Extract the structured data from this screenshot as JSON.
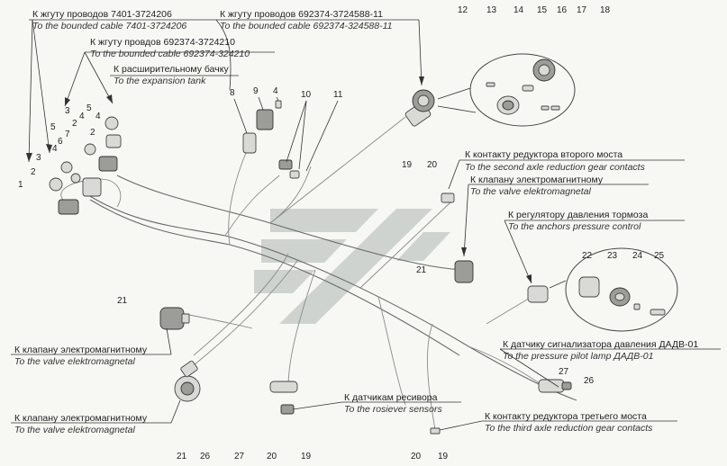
{
  "labels": {
    "cable_7401_ru": "К жгуту проводов 7401-3724206",
    "cable_7401_en": "To the bounded cable 7401-3724206",
    "cable_692374_324210_ru": "К жгуту провдов 692374-3724210",
    "cable_692374_324210_en": "To the bounded cable 692374-324210",
    "expansion_ru": "К расширительному бачку",
    "expansion_en": "To the expansion tank",
    "cable_692374_11_ru": "К жгуту проводов 692374-3724588-11",
    "cable_692374_11_en": "To the bounded cable 692374-324588-11",
    "second_axle_ru": "К контакту редуктора второго моста",
    "second_axle_en": "To the second axle reduction gear contacts",
    "valve_right_ru": "К клапану электромагнитному",
    "valve_right_en": "To the valve elektromagnetal",
    "brake_reg_ru": "К регулятору давления тормоза",
    "brake_reg_en": "To the anchors pressure control",
    "pressure_ru": "К датчику сигнализатора давления ДАДВ-01",
    "pressure_en": "To the pressure pilot lamp ДАДВ-01",
    "valve_left1_ru": "К клапану электромагнитному",
    "valve_left1_en": "To the valve elektromagnetal",
    "receiver_ru": "К датчикам ресивора",
    "receiver_en": "To the rosiever sensors",
    "valve_left2_ru": "К клапану электромагнитному",
    "valve_left2_en": "To the valve elektromagnetal",
    "third_axle_ru": "К контакту редуктора третьего моста",
    "third_axle_en": "To the third axle reduction gear contacts"
  },
  "callouts": {
    "n1": "1",
    "n2a": "2",
    "n2b": "2",
    "n2c": "2",
    "n3a": "3",
    "n3b": "3",
    "n4a": "4",
    "n4b": "4",
    "n4c": "4",
    "n5a": "5",
    "n5b": "5",
    "n6": "6",
    "n7": "7",
    "n8": "8",
    "n9": "9",
    "n4d": "4",
    "n10": "10",
    "n11": "11",
    "n12": "12",
    "n13": "13",
    "n14": "14",
    "n15": "15",
    "n16": "16",
    "n17": "17",
    "n18": "18",
    "n19a": "19",
    "n20a": "20",
    "n21a": "21",
    "n21b": "21",
    "n21c": "21",
    "n22": "22",
    "n23": "23",
    "n24": "24",
    "n25": "25",
    "n26a": "26",
    "n27a": "27",
    "n26b": "26",
    "n27b": "27",
    "n20b": "20",
    "n19b": "19",
    "n20c": "20",
    "n19c": "19"
  },
  "colors": {
    "background": "#f7f7f4",
    "logo": "#c9cdca",
    "wire": "#6a6a6a"
  }
}
